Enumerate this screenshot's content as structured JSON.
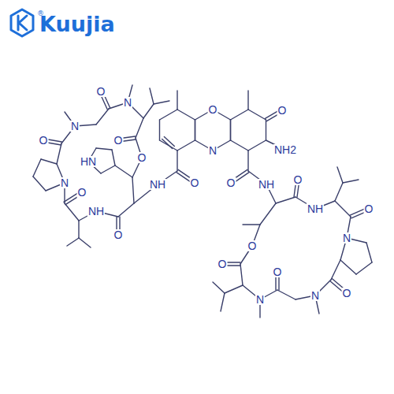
{
  "diagram": {
    "labels": [
      "Kuujia",
      "®",
      "O",
      "N",
      "O",
      "NH2",
      "O",
      "NH",
      "O",
      "NH",
      "O",
      "NH",
      "O",
      "N",
      "O",
      "N",
      "O",
      "N",
      "O",
      "O",
      "HN",
      "O",
      "NH",
      "O",
      "N",
      "O",
      "N",
      "O",
      "N",
      "O",
      "O"
    ]
  }
}
